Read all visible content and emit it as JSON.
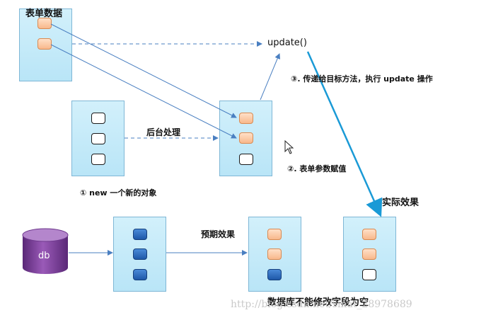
{
  "labels": {
    "form_data": "表单数据",
    "update_call": "update()",
    "step3": "③. 传递给目标方法，执行 update 操作",
    "backend": "后台处理",
    "step2": "②. 表单参数赋值",
    "step1": "① new 一个新的对象",
    "actual": "实际效果",
    "expected": "预期效果",
    "db": "db",
    "db_note": "数据库不能修改字段为空",
    "watermark": "http://blog.csdn.net/sinat_28978689"
  },
  "colors": {
    "panel_fill": "#c4eaf9",
    "panel_border": "#7fb7d6",
    "orange_cell": "#f8b88c",
    "blue_cell": "#2a68b8",
    "arrow_blue": "#4a7fc1",
    "highlight_arrow": "#1a9ad6",
    "db_purple": "#7b3f99"
  },
  "icons": {
    "cursor": "mouse-pointer-icon",
    "database": "database-cylinder-icon"
  }
}
